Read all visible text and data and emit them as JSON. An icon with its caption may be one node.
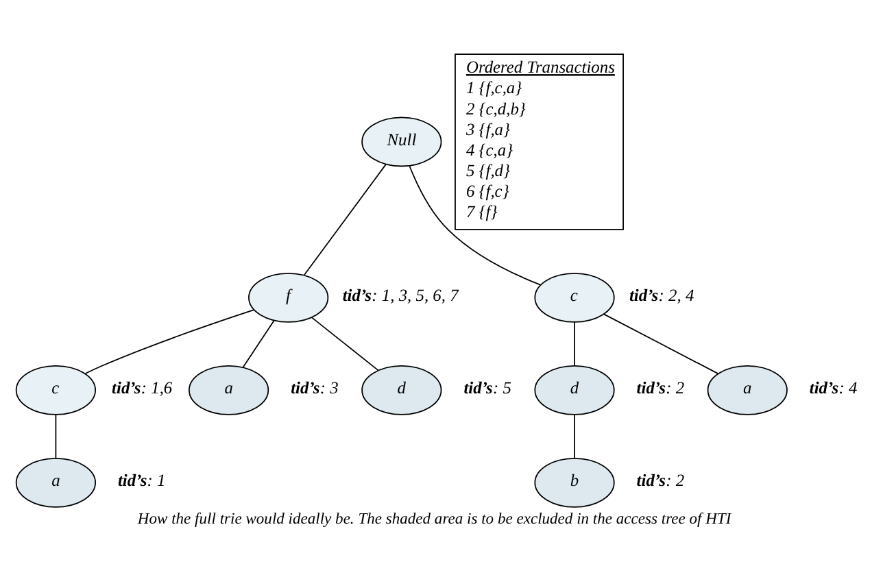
{
  "diagram": {
    "caption": "How the full trie would ideally be. The shaded area is to be excluded in the access tree of HTI",
    "nodes": [
      {
        "text": [
          "Null"
        ]
      },
      {
        "text": [
          "f"
        ],
        "beside": [
          "**tid’s**: 1, 3, 5, 6, 7"
        ]
      },
      {
        "text": [
          "c"
        ],
        "beside": [
          "**tid’s**: 2, 4"
        ]
      },
      {
        "text": [
          "c"
        ],
        "beside": [
          "**tid’s**: 1,6"
        ]
      },
      {
        "text": [
          "a"
        ],
        "beside": [
          "**tid’s**: 3"
        ]
      },
      {
        "text": [
          "d"
        ],
        "beside": [
          "**tid’s**: 5"
        ]
      },
      {
        "text": [
          "d"
        ],
        "beside": [
          "**tid’s**: 2"
        ]
      },
      {
        "text": [
          "a"
        ],
        "beside": [
          "**tid’s**: 4"
        ]
      },
      {
        "text": [
          "a"
        ],
        "beside": [
          "**tid’s**: 1"
        ]
      },
      {
        "text": [
          "b"
        ],
        "beside": [
          "**tid’s**: 2"
        ]
      },
      {
        "text": [
          "Ordered Transactions",
          "1 {f,c,a}",
          "2 {c,d,b}",
          "3 {f,a}",
          "4 {c,a}",
          "5 {f,d}",
          "6 {f,c}",
          "7 {f}"
        ]
      }
    ],
    "edges": [
      {
        "from": 0,
        "to": 1,
        "arrow": "none"
      },
      {
        "from": 0,
        "to": 2,
        "arrow": "none"
      },
      {
        "from": 1,
        "to": 3,
        "arrow": "none"
      },
      {
        "from": 1,
        "to": 4,
        "arrow": "none"
      },
      {
        "from": 1,
        "to": 5,
        "arrow": "none"
      },
      {
        "from": 2,
        "to": 6,
        "arrow": "none"
      },
      {
        "from": 2,
        "to": 7,
        "arrow": "none"
      },
      {
        "from": 3,
        "to": 8,
        "arrow": "none"
      },
      {
        "from": 6,
        "to": 9,
        "arrow": "none"
      }
    ]
  }
}
